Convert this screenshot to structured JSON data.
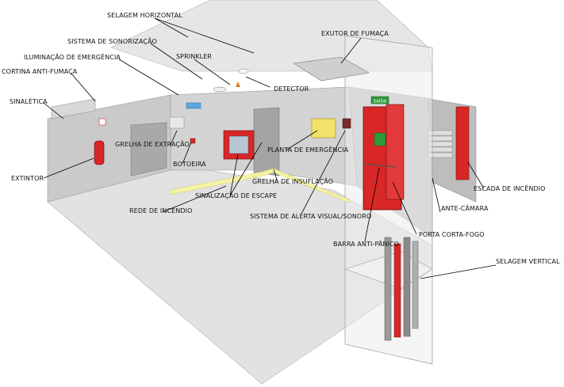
{
  "diagram": {
    "labels": {
      "selagem_horizontal": "SELAGEM HORIZONTAL",
      "exutor_fumaca": "EXUTOR DE FUMAÇA",
      "sistema_sonorizacao": "SISTEMA DE SONORIZAÇÃO",
      "iluminacao_emergencia": "ILUMINAÇÃO DE EMERGÊNCIA",
      "sprinkler": "SPRINKLER",
      "cortina_anti_fumaca": "CORTINA ANTI-FUMAÇA",
      "detector": "DETECTOR",
      "sinaletica": "SINALÉTICA",
      "grelha_extracao": "GRELHA DE EXTRAÇÃO",
      "planta_emergencia": "PLANTA DE EMERGÊNCIA",
      "botoeira": "BOTOEIRA",
      "extintor": "EXTINTOR",
      "grelha_insuflacao": "GRELHA DE INSUFLAÇÃO",
      "escada_incendio": "ESCADA DE INCÊNDIO",
      "sinalizacao_escape": "SINALIZAÇÃO DE ESCAPE",
      "rede_incendio": "REDE DE INCÊNDIO",
      "ante_camara": "ANTE-CÂMARA",
      "sistema_alerta": "SISTEMA DE ALERTA VISUAL/SONORO",
      "porta_corta_fogo": "PORTA CORTA-FOGO",
      "barra_anti_panico": "BARRA ANTI-PÂNICO",
      "selagem_vertical": "SELAGEM VERTICAL"
    },
    "signs": {
      "saida": "SAÍDA"
    },
    "colors": {
      "wall": "#c8c8c8",
      "floor": "#dcdcdc",
      "fire_red": "#d92626",
      "glow_yellow": "#f4f2a6",
      "exit_green": "#2e9a3a"
    }
  }
}
